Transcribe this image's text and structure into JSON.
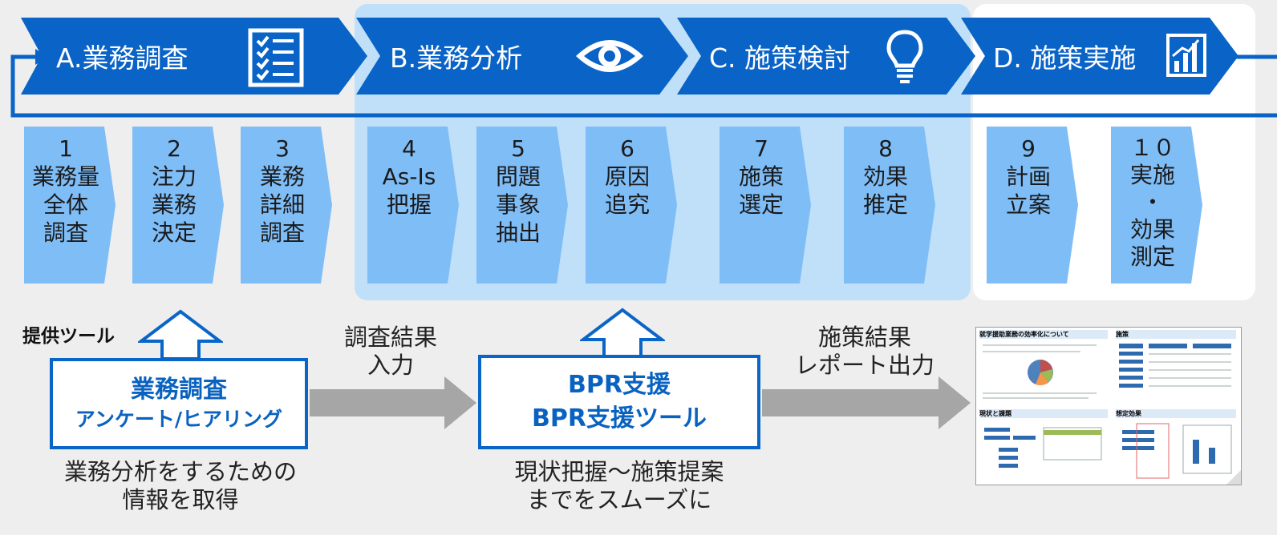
{
  "colors": {
    "phase_blue": "#0a63c7",
    "step_blue": "#7fbdf7",
    "highlight_bc": "#bfe0f8",
    "highlight_d": "#ffffff",
    "arrow_gray": "#a6a6a6"
  },
  "phases": [
    {
      "label": "A.業務調査",
      "icon": "checklist-icon"
    },
    {
      "label": "B.業務分析",
      "icon": "eye-icon"
    },
    {
      "label": "C. 施策検討",
      "icon": "lightbulb-icon"
    },
    {
      "label": "D. 施策実施",
      "icon": "bar-chart-icon"
    }
  ],
  "steps": [
    {
      "text": "1\n業務量\n全体\n調査"
    },
    {
      "text": "2\n注力\n業務\n決定"
    },
    {
      "text": "3\n業務\n詳細\n調査"
    },
    {
      "text": "4\nAs-Is\n把握"
    },
    {
      "text": "5\n問題\n事象\n抽出"
    },
    {
      "text": "6\n原因\n追究"
    },
    {
      "text": "7\n施策\n選定"
    },
    {
      "text": "8\n効果\n推定"
    },
    {
      "text": "9\n計画\n立案"
    },
    {
      "text": "１０\n実施\n・\n効果\n測定"
    }
  ],
  "tools": {
    "label": "提供ツール",
    "survey": {
      "title": "業務調査",
      "subtitle": "アンケート/ヒアリング",
      "caption": "業務分析をするための\n情報を取得"
    },
    "bpr": {
      "title": "BPR支援",
      "subtitle": "BPR支援ツール",
      "caption": "現状把握～施策提案\nまでをスムーズに"
    },
    "flow1": "調査結果\n入力",
    "flow2": "施策結果\nレポート出力"
  },
  "report": {
    "title": "就学援助業務の効率化について",
    "section_policy": "施策",
    "section_current": "現状と課題",
    "section_effect": "想定効果"
  }
}
